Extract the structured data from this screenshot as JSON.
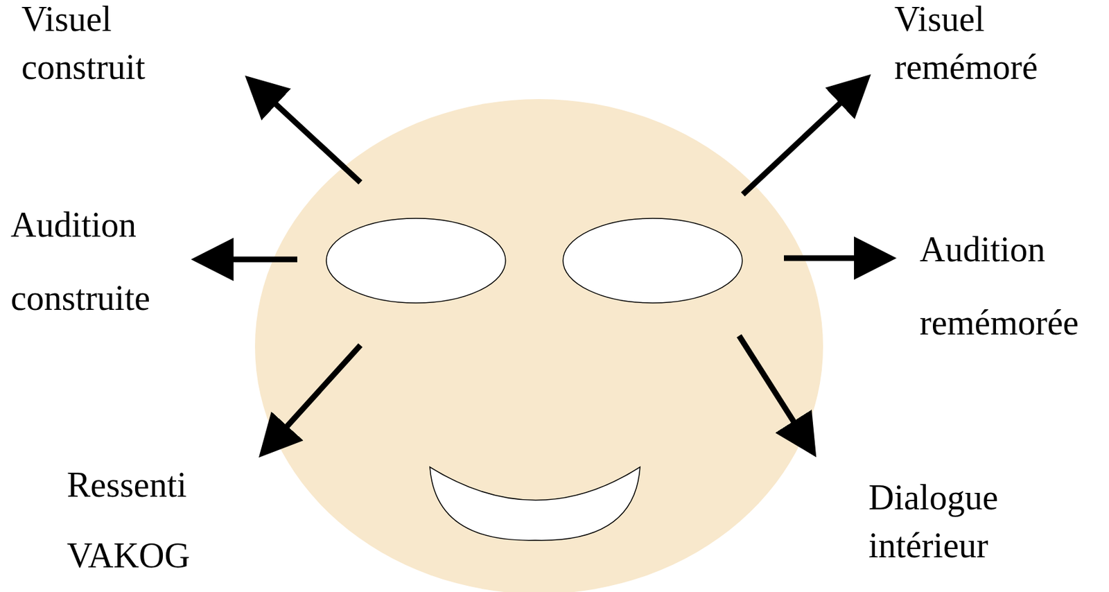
{
  "diagram": {
    "labels": [
      "Visuel construit",
      "Visuel remémoré",
      "Audition construite",
      "Audition remémorée",
      "Ressenti VAKOG",
      "Dialogue intérieur"
    ]
  }
}
